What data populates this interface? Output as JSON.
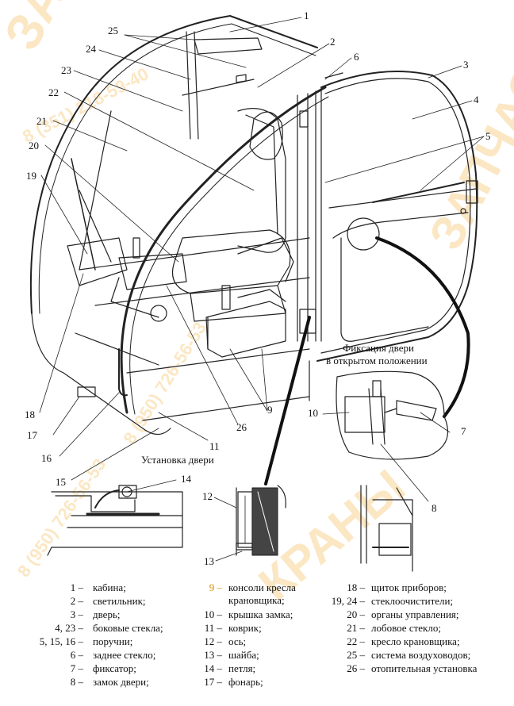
{
  "captions": {
    "door_lock": "Фиксация двери",
    "door_lock_2": "в открытом положении",
    "door_install": "Установка двери"
  },
  "callouts": [
    "1",
    "2",
    "3",
    "4",
    "5",
    "6",
    "7",
    "8",
    "9",
    "10",
    "11",
    "12",
    "13",
    "14",
    "15",
    "16",
    "17",
    "18",
    "19",
    "20",
    "21",
    "22",
    "23",
    "24",
    "25",
    "26"
  ],
  "watermark": {
    "brand": "ЗАПЧАСТИ",
    "brand2": "КРАНЫ",
    "phone1": "8 (950) 726-56-53",
    "phone2": "8 (351) 218-59-40"
  },
  "legend": {
    "col1": [
      {
        "num": "1 –",
        "text": "кабина;"
      },
      {
        "num": "2 –",
        "text": "светильник;"
      },
      {
        "num": "3 –",
        "text": "дверь;"
      },
      {
        "num": "4, 23 –",
        "text": "боковые стекла;"
      },
      {
        "num": "5, 15, 16 –",
        "text": "поручни;"
      },
      {
        "num": "6 –",
        "text": "заднее стекло;"
      },
      {
        "num": "7 –",
        "text": "фиксатор;"
      },
      {
        "num": "8 –",
        "text": "замок двери;"
      }
    ],
    "col2": [
      {
        "num": "9 –",
        "text": "консоли кресла крановщика;"
      },
      {
        "num": "10 –",
        "text": "крышка замка;"
      },
      {
        "num": "11 –",
        "text": "коврик;"
      },
      {
        "num": "12 –",
        "text": "ось;"
      },
      {
        "num": "13 –",
        "text": "шайба;"
      },
      {
        "num": "14 –",
        "text": "петля;"
      },
      {
        "num": "17 –",
        "text": "фонарь;"
      }
    ],
    "col3": [
      {
        "num": "18 –",
        "text": "щиток приборов;"
      },
      {
        "num": "19, 24 –",
        "text": "стеклоочистители;"
      },
      {
        "num": "20 –",
        "text": "органы управления;"
      },
      {
        "num": "21 –",
        "text": "лобовое стекло;"
      },
      {
        "num": "22 –",
        "text": "кресло крановщика;"
      },
      {
        "num": "25 –",
        "text": "система воздуховодов;"
      },
      {
        "num": "26 –",
        "text": "отопительная установка"
      }
    ]
  }
}
